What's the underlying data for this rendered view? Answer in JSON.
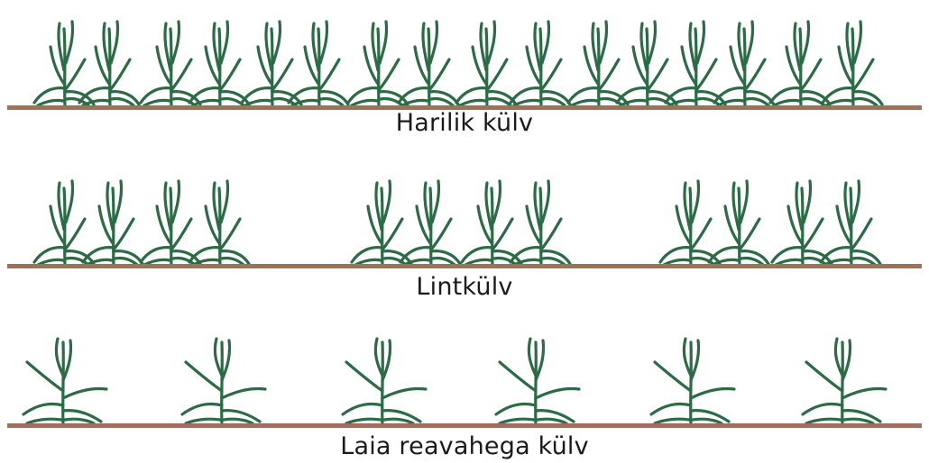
{
  "rows": [
    {
      "label": "Harilik külv"
    },
    {
      "label": "Lintkülv"
    },
    {
      "label": "Laia reavahega külv"
    }
  ],
  "colors": {
    "plant": "#2b6b45",
    "soil": "#a0715a",
    "text": "#1a1a1a"
  },
  "icons": {
    "plant": "maize-seedling-icon"
  }
}
